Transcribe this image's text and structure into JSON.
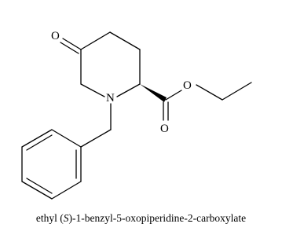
{
  "molecule": {
    "atoms": {
      "oxygen_ketone": "O",
      "nitrogen": "N",
      "oxygen_ester_single": "O",
      "oxygen_ester_double": "O"
    },
    "caption": {
      "prefix": "ethyl (",
      "stereo": "S",
      "suffix": ")-1-benzyl-5-oxopiperidine-2-carboxylate"
    },
    "colors": {
      "ink": "#000000",
      "background": "#ffffff"
    }
  }
}
